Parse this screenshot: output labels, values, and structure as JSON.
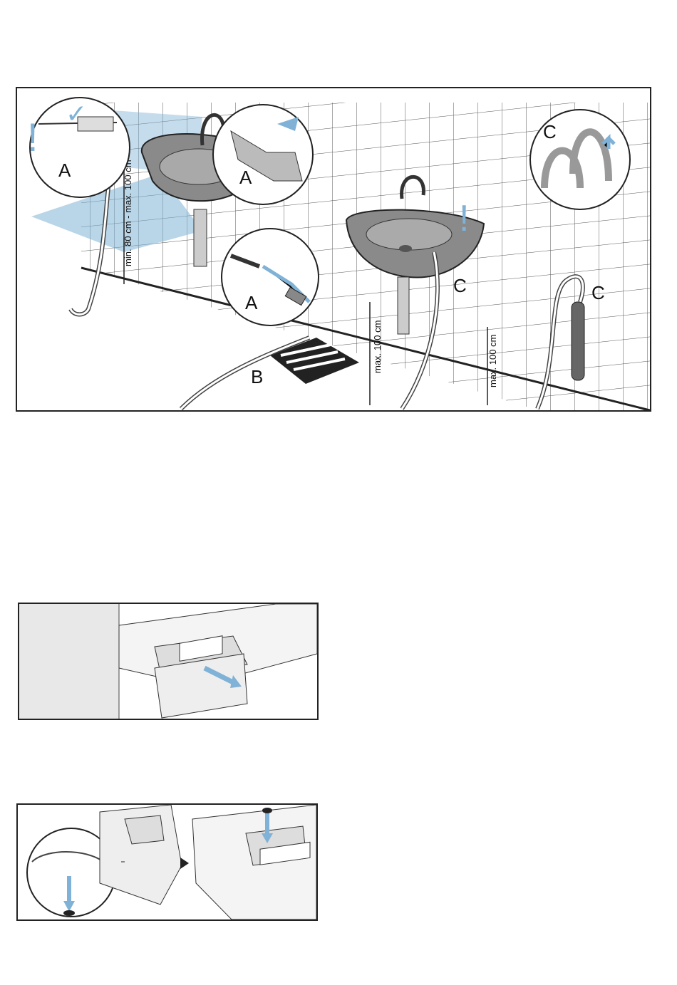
{
  "main_figure": {
    "callouts": {
      "a_top_left": "A",
      "a_inlet_zoom": "A",
      "a_hose_zoom": "A",
      "b_floor_drain": "B",
      "c_sink_siphon": "C",
      "c_top_zoom": "C",
      "c_standpipe": "C"
    },
    "dimensions": {
      "height_range": "min. 80 cm - max. 100 cm",
      "max_sink": "max. 100 cm",
      "max_standpipe": "max. 100 cm"
    },
    "warning_marks": {
      "exclamation_left": "!",
      "exclamation_sink": "!",
      "check": "✓"
    },
    "colors": {
      "accent": "#7fb2d6",
      "line": "#222222"
    }
  }
}
